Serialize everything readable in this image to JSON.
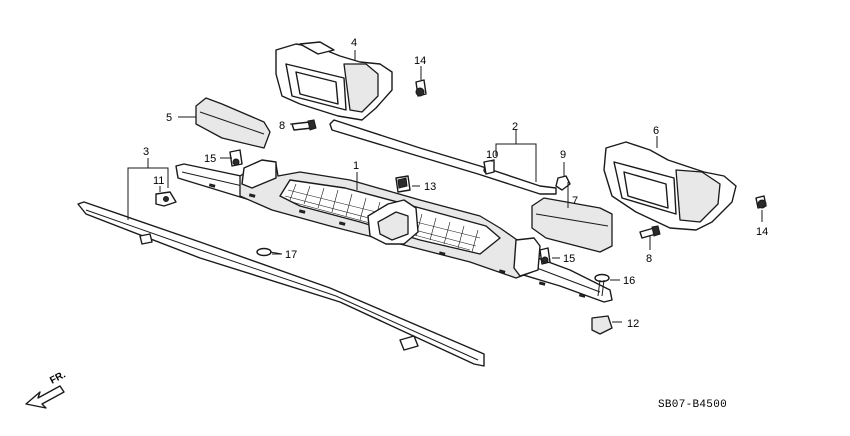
{
  "diagram_code": "SB07-B4500",
  "direction_label": "FR.",
  "callouts": {
    "c1": "1",
    "c2": "2",
    "c3": "3",
    "c4": "4",
    "c5": "5",
    "c6": "6",
    "c7": "7",
    "c8a": "8",
    "c8b": "8",
    "c9": "9",
    "c10": "10",
    "c11": "11",
    "c12": "12",
    "c13": "13",
    "c14a": "14",
    "c14b": "14",
    "c15a": "15",
    "c15b": "15",
    "c16": "16",
    "c17": "17"
  }
}
